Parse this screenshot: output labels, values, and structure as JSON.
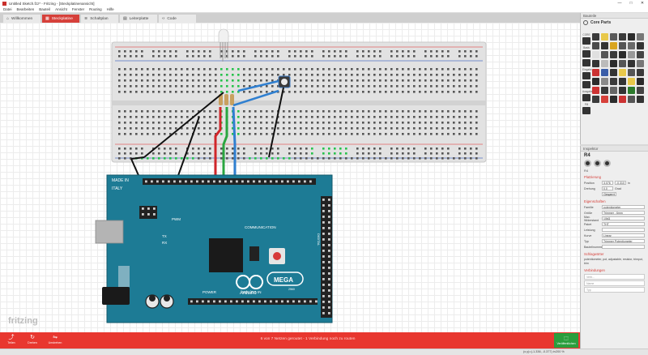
{
  "window": {
    "title": "Untitled Sketch.fzz* - Fritzing - [Steckplatinenansicht]",
    "controls": [
      "—",
      "□",
      "✕"
    ]
  },
  "menu": [
    "Datei",
    "Bearbeiten",
    "Bauteil",
    "Ansicht",
    "Fenster",
    "Routing",
    "Hilfe"
  ],
  "tabs": [
    {
      "label": "Willkommen",
      "icon": "⌂"
    },
    {
      "label": "Steckplatine",
      "icon": "▦"
    },
    {
      "label": "Schaltplan",
      "icon": "≋"
    },
    {
      "label": "Leiterplatte",
      "icon": "▤"
    },
    {
      "label": "Code",
      "icon": "‹›"
    }
  ],
  "canvas": {
    "logo": "fritzing"
  },
  "arduino": {
    "made_in": "MADE IN",
    "country": "ITALY",
    "brand": "Arduino",
    "model": "MEGA",
    "model_suffix": "2560",
    "comm_label": "COMMUNICATION",
    "pwm_label": "PWM",
    "power_label": "POWER",
    "analog_label": "ANALOG IN",
    "tx_label": "TX",
    "rx_label": "RX",
    "digital_label": "DIGITAL"
  },
  "toolbar": {
    "tools": [
      {
        "label": "Teilen",
        "icon": "⤴"
      },
      {
        "label": "Drehen",
        "icon": "↻"
      },
      {
        "label": "Umdrehen",
        "icon": "⇋"
      }
    ],
    "routing_status": "6 von 7 Netzen geroutet - 1 Verbindung noch zu routen",
    "share_label": "Veröffentlichen",
    "share_icon": "⬚"
  },
  "status": {
    "coords": "(x,y)=(-1.336, -0.377) in",
    "zoom": "200 %"
  },
  "parts": {
    "header": "Bauteile",
    "bin_title": "Core Parts",
    "bins": [
      "CORE",
      "Basis",
      "Eingabe",
      "Ausgabe",
      "FM"
    ],
    "colors": [
      "#3a3a3a",
      "#e8c84a",
      "#5a5a5a",
      "#3a3a3a",
      "#2c2c2c",
      "#777777",
      "#4a4a4a",
      "#333333",
      "#d9a520",
      "#555555",
      "#6a6a6a",
      "#333333",
      "#e0e0e0",
      "#555555",
      "#3a3a3a",
      "#2b2b2b",
      "#999999",
      "#444444",
      "#333333",
      "#bbbbbb",
      "#2c2c2c",
      "#555555",
      "#333333",
      "#777777",
      "#cc3333",
      "#3b5ea8",
      "#333333",
      "#e8c84a",
      "#555555",
      "#3a3a3a",
      "#2c2c2c",
      "#8a8a8a",
      "#3a3a3a",
      "#333333",
      "#e8c84a",
      "#2a2a2a",
      "#cc3333",
      "#3a3a3a",
      "#666666",
      "#333333",
      "#2c7a2c",
      "#444444",
      "#3a3a3a",
      "#d6403a",
      "#2c2c2c",
      "#cc3333",
      "#555555",
      "#333333"
    ]
  },
  "inspector": {
    "header": "Inspektor",
    "part_name": "R4",
    "part_id": "R4",
    "placement_section": "Platzierung",
    "position_label": "Position",
    "pos_x": "3.076",
    "pos_y": "-0.310",
    "pos_unit": "in",
    "rotation_label": "Drehung",
    "rotation_value": "0.0",
    "rotation_unit": "Grad",
    "locked_label": "Gesperrt",
    "properties_section": "Eigenschaften",
    "props": [
      {
        "label": "Familie",
        "value": "potentiometer"
      },
      {
        "label": "Größe",
        "value": "Trimmer - 6mm"
      },
      {
        "label": "Max. Widerstand",
        "value": "10kΩ"
      },
      {
        "label": "Paket",
        "value": "THT"
      },
      {
        "label": "Leistung",
        "value": ""
      },
      {
        "label": "Kurve",
        "value": "Linear"
      },
      {
        "label": "Typ",
        "value": "Trimmer Potentiometer"
      },
      {
        "label": "Bauteilnummer",
        "value": ""
      }
    ],
    "tags_section": "Schlagwörter",
    "tags_text": "potentiometer, pot, adjustable, resistor, trimpot, trim",
    "connections_section": "Verbindungen",
    "conn_field_1": "Verb...",
    "conn_field_2": "Name",
    "conn_field_3": "Typ"
  }
}
